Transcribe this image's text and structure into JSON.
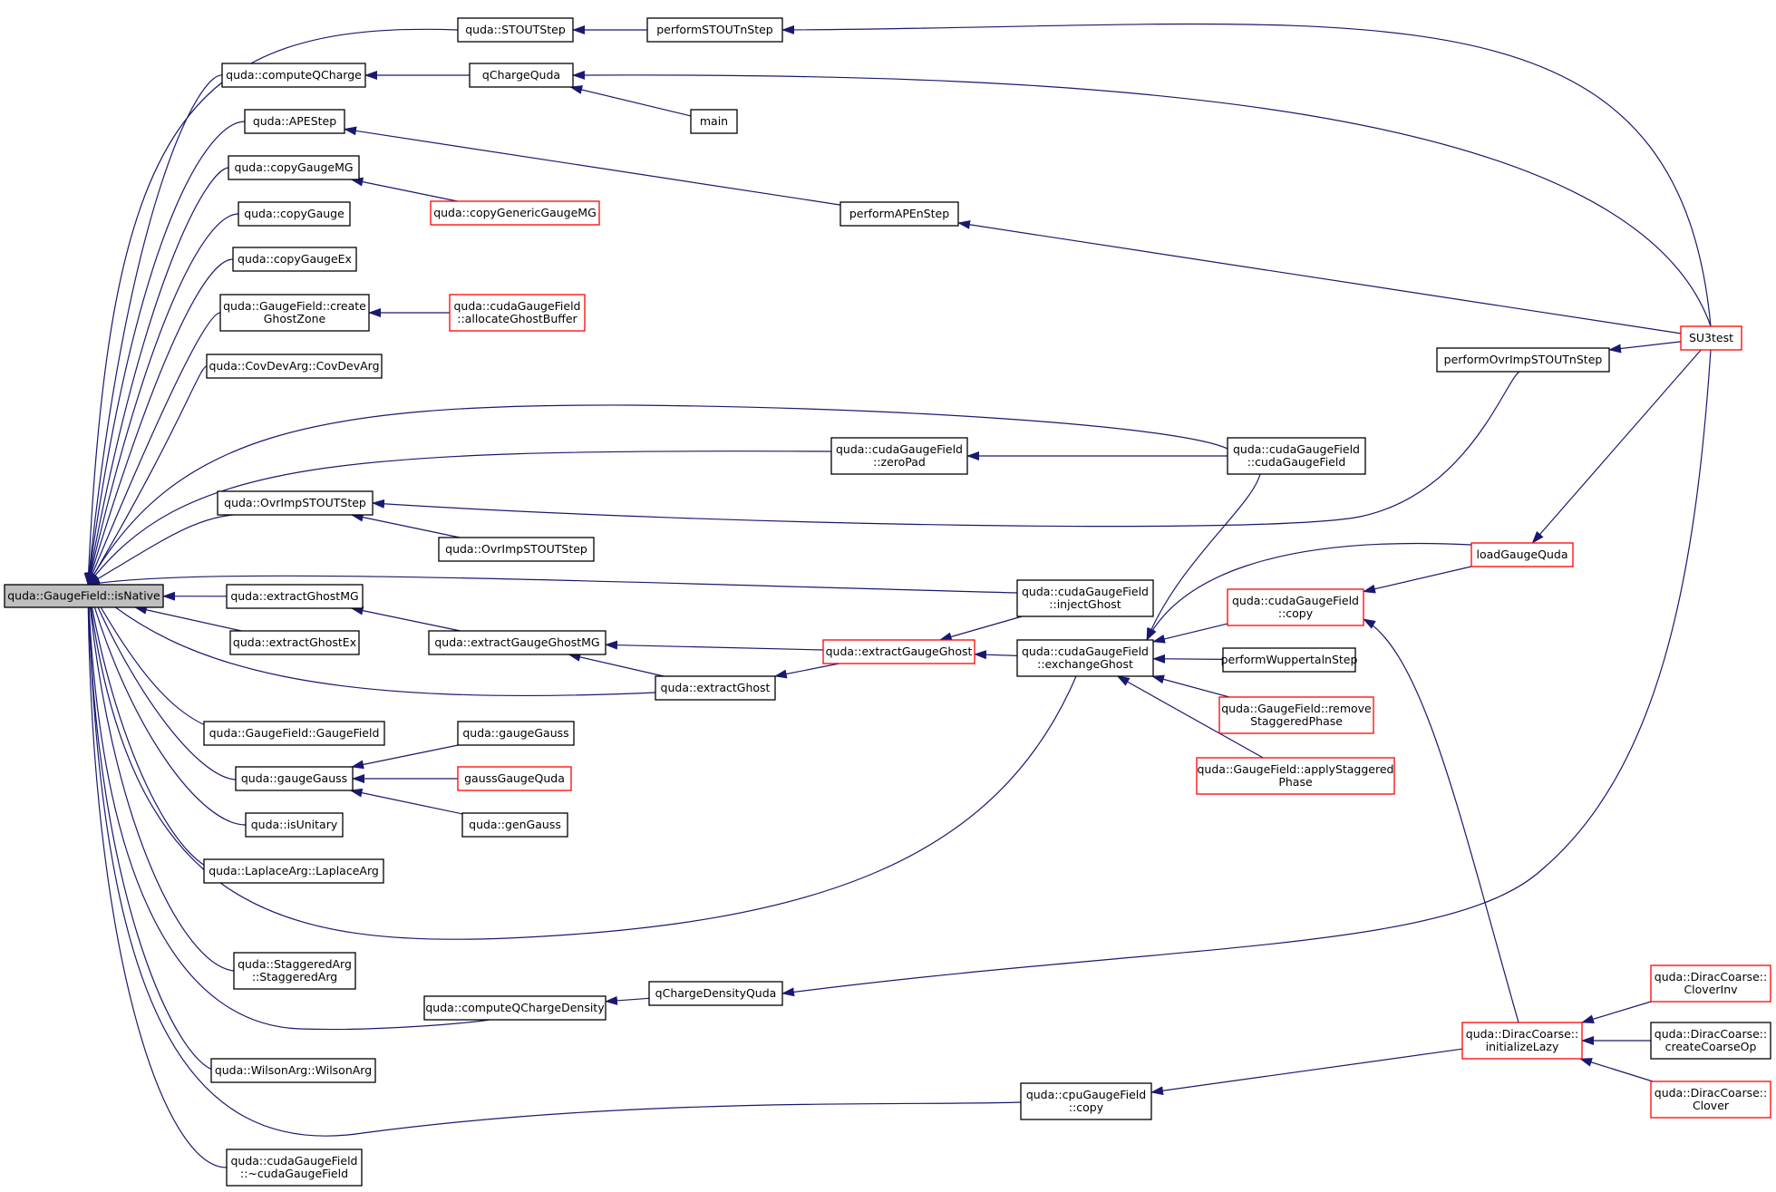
{
  "graph": {
    "title": "",
    "edge_color": "#191970",
    "colors": {
      "normal_border": "#000000",
      "truncated_border": "#ff0000",
      "root_fill": "#bfbfbf",
      "fill": "#ffffff"
    },
    "nodes": [
      {
        "id": "root",
        "lines": [
          "quda::GaugeField::isNative"
        ],
        "style": "root"
      },
      {
        "id": "stoutstep",
        "lines": [
          "quda::STOUTStep"
        ],
        "style": "normal"
      },
      {
        "id": "computeqcharge",
        "lines": [
          "quda::computeQCharge"
        ],
        "style": "normal"
      },
      {
        "id": "apestep",
        "lines": [
          "quda::APEStep"
        ],
        "style": "normal"
      },
      {
        "id": "copygaugemg",
        "lines": [
          "quda::copyGaugeMG"
        ],
        "style": "normal"
      },
      {
        "id": "copygauge",
        "lines": [
          "quda::copyGauge"
        ],
        "style": "normal"
      },
      {
        "id": "copygaugeex",
        "lines": [
          "quda::copyGaugeEx"
        ],
        "style": "normal"
      },
      {
        "id": "createghostzone",
        "lines": [
          "quda::GaugeField::create",
          "GhostZone"
        ],
        "style": "normal"
      },
      {
        "id": "covdevarg",
        "lines": [
          "quda::CovDevArg::CovDevArg"
        ],
        "style": "normal"
      },
      {
        "id": "ovrimpstoutstep",
        "lines": [
          "quda::OvrImpSTOUTStep"
        ],
        "style": "normal"
      },
      {
        "id": "extractghostmg",
        "lines": [
          "quda::extractGhostMG"
        ],
        "style": "normal"
      },
      {
        "id": "extractghostex",
        "lines": [
          "quda::extractGhostEx"
        ],
        "style": "normal"
      },
      {
        "id": "gaugefieldctor",
        "lines": [
          "quda::GaugeField::GaugeField"
        ],
        "style": "normal"
      },
      {
        "id": "gaugegauss1",
        "lines": [
          "quda::gaugeGauss"
        ],
        "style": "normal"
      },
      {
        "id": "isunitary",
        "lines": [
          "quda::isUnitary"
        ],
        "style": "normal"
      },
      {
        "id": "laplacearg",
        "lines": [
          "quda::LaplaceArg::LaplaceArg"
        ],
        "style": "normal"
      },
      {
        "id": "staggeredarg",
        "lines": [
          "quda::StaggeredArg",
          "::StaggeredArg"
        ],
        "style": "normal"
      },
      {
        "id": "computeqchargedensity",
        "lines": [
          "quda::computeQChargeDensity"
        ],
        "style": "normal"
      },
      {
        "id": "wilsonarg",
        "lines": [
          "quda::WilsonArg::WilsonArg"
        ],
        "style": "normal"
      },
      {
        "id": "cudagaugefielddtor",
        "lines": [
          "quda::cudaGaugeField",
          "::~cudaGaugeField"
        ],
        "style": "normal"
      },
      {
        "id": "performstoutnstep",
        "lines": [
          "performSTOUTnStep"
        ],
        "style": "normal"
      },
      {
        "id": "qchargequda",
        "lines": [
          "qChargeQuda"
        ],
        "style": "normal"
      },
      {
        "id": "main",
        "lines": [
          "main"
        ],
        "style": "normal"
      },
      {
        "id": "copygenericgaugemg",
        "lines": [
          "quda::copyGenericGaugeMG"
        ],
        "style": "truncated"
      },
      {
        "id": "performapenstep",
        "lines": [
          "performAPEnStep"
        ],
        "style": "normal"
      },
      {
        "id": "allocateghostbuffer",
        "lines": [
          "quda::cudaGaugeField",
          "::allocateGhostBuffer"
        ],
        "style": "truncated"
      },
      {
        "id": "zeropad",
        "lines": [
          "quda::cudaGaugeField",
          "::zeroPad"
        ],
        "style": "normal"
      },
      {
        "id": "ovrimpstoutstep2",
        "lines": [
          "quda::OvrImpSTOUTStep"
        ],
        "style": "normal"
      },
      {
        "id": "extractgaugeghostmg",
        "lines": [
          "quda::extractGaugeGhostMG"
        ],
        "style": "normal"
      },
      {
        "id": "extractghost",
        "lines": [
          "quda::extractGhost"
        ],
        "style": "normal"
      },
      {
        "id": "gaugegauss2",
        "lines": [
          "quda::gaugeGauss"
        ],
        "style": "normal"
      },
      {
        "id": "gaussgaugequda",
        "lines": [
          "gaussGaugeQuda"
        ],
        "style": "truncated"
      },
      {
        "id": "gengauss",
        "lines": [
          "quda::genGauss"
        ],
        "style": "normal"
      },
      {
        "id": "qchargedensityquda",
        "lines": [
          "qChargeDensityQuda"
        ],
        "style": "normal"
      },
      {
        "id": "cpugaugefieldcopy",
        "lines": [
          "quda::cpuGaugeField",
          "::copy"
        ],
        "style": "normal"
      },
      {
        "id": "extractgaugeghost",
        "lines": [
          "quda::extractGaugeGhost"
        ],
        "style": "truncated"
      },
      {
        "id": "performovrimpstoutnstep",
        "lines": [
          "performOvrImpSTOUTnStep"
        ],
        "style": "normal"
      },
      {
        "id": "cudagaugefieldctor",
        "lines": [
          "quda::cudaGaugeField",
          "::cudaGaugeField"
        ],
        "style": "normal"
      },
      {
        "id": "injectghost",
        "lines": [
          "quda::cudaGaugeField",
          "::injectGhost"
        ],
        "style": "normal"
      },
      {
        "id": "exchangeghost",
        "lines": [
          "quda::cudaGaugeField",
          "::exchangeGhost"
        ],
        "style": "normal"
      },
      {
        "id": "cudagaugefieldcopy",
        "lines": [
          "quda::cudaGaugeField",
          "::copy"
        ],
        "style": "truncated"
      },
      {
        "id": "performwuppertalnstep",
        "lines": [
          "performWuppertalnStep"
        ],
        "style": "normal"
      },
      {
        "id": "removestaggeredphase",
        "lines": [
          "quda::GaugeField::remove",
          "StaggeredPhase"
        ],
        "style": "truncated"
      },
      {
        "id": "applystaggeredphase",
        "lines": [
          "quda::GaugeField::applyStaggered",
          "Phase"
        ],
        "style": "truncated"
      },
      {
        "id": "loadgaugequda",
        "lines": [
          "loadGaugeQuda"
        ],
        "style": "truncated"
      },
      {
        "id": "su3test",
        "lines": [
          "SU3test"
        ],
        "style": "truncated"
      },
      {
        "id": "initializelazy",
        "lines": [
          "quda::DiracCoarse::",
          "initializeLazy"
        ],
        "style": "truncated"
      },
      {
        "id": "cloverinv",
        "lines": [
          "quda::DiracCoarse::",
          "CloverInv"
        ],
        "style": "truncated"
      },
      {
        "id": "createcoarseop",
        "lines": [
          "quda::DiracCoarse::",
          "createCoarseOp"
        ],
        "style": "normal"
      },
      {
        "id": "clover",
        "lines": [
          "quda::DiracCoarse::",
          "Clover"
        ],
        "style": "truncated"
      }
    ],
    "edges": [
      [
        "root",
        "stoutstep"
      ],
      [
        "root",
        "computeqcharge"
      ],
      [
        "root",
        "apestep"
      ],
      [
        "root",
        "copygaugemg"
      ],
      [
        "root",
        "copygauge"
      ],
      [
        "root",
        "copygaugeex"
      ],
      [
        "root",
        "createghostzone"
      ],
      [
        "root",
        "covdevarg"
      ],
      [
        "root",
        "cudagaugefieldctor"
      ],
      [
        "root",
        "zeropad"
      ],
      [
        "root",
        "ovrimpstoutstep"
      ],
      [
        "root",
        "injectghost"
      ],
      [
        "root",
        "extractghostmg"
      ],
      [
        "root",
        "extractghostex"
      ],
      [
        "root",
        "extractghost"
      ],
      [
        "root",
        "gaugefieldctor"
      ],
      [
        "root",
        "gaugegauss1"
      ],
      [
        "root",
        "isunitary"
      ],
      [
        "root",
        "laplacearg"
      ],
      [
        "root",
        "exchangeghost"
      ],
      [
        "root",
        "staggeredarg"
      ],
      [
        "root",
        "computeqchargedensity"
      ],
      [
        "root",
        "wilsonarg"
      ],
      [
        "root",
        "cpugaugefieldcopy"
      ],
      [
        "root",
        "cudagaugefielddtor"
      ],
      [
        "stoutstep",
        "performstoutnstep"
      ],
      [
        "performstoutnstep",
        "su3test"
      ],
      [
        "computeqcharge",
        "qchargequda"
      ],
      [
        "qchargequda",
        "main"
      ],
      [
        "qchargequda",
        "su3test"
      ],
      [
        "apestep",
        "performapenstep"
      ],
      [
        "performapenstep",
        "su3test"
      ],
      [
        "copygaugemg",
        "copygenericgaugemg"
      ],
      [
        "createghostzone",
        "allocateghostbuffer"
      ],
      [
        "zeropad",
        "cudagaugefieldctor"
      ],
      [
        "ovrimpstoutstep",
        "ovrimpstoutstep2"
      ],
      [
        "ovrimpstoutstep",
        "performovrimpstoutnstep"
      ],
      [
        "performovrimpstoutnstep",
        "su3test"
      ],
      [
        "extractghostmg",
        "extractgaugeghostmg"
      ],
      [
        "extractgaugeghostmg",
        "extractgaugeghost"
      ],
      [
        "extractgaugeghostmg",
        "extractghost"
      ],
      [
        "extractghost",
        "extractgaugeghost"
      ],
      [
        "extractgaugeghost",
        "injectghost"
      ],
      [
        "extractgaugeghost",
        "exchangeghost"
      ],
      [
        "exchangeghost",
        "cudagaugefieldctor"
      ],
      [
        "exchangeghost",
        "loadgaugequda"
      ],
      [
        "exchangeghost",
        "cudagaugefieldcopy"
      ],
      [
        "exchangeghost",
        "performwuppertalnstep"
      ],
      [
        "exchangeghost",
        "removestaggeredphase"
      ],
      [
        "exchangeghost",
        "applystaggeredphase"
      ],
      [
        "cudagaugefieldcopy",
        "loadgaugequda"
      ],
      [
        "cudagaugefieldcopy",
        "initializelazy"
      ],
      [
        "loadgaugequda",
        "su3test"
      ],
      [
        "gaugegauss1",
        "gaugegauss2"
      ],
      [
        "gaugegauss1",
        "gaussgaugequda"
      ],
      [
        "gaugegauss1",
        "gengauss"
      ],
      [
        "computeqchargedensity",
        "qchargedensityquda"
      ],
      [
        "qchargedensityquda",
        "su3test"
      ],
      [
        "cpugaugefieldcopy",
        "initializelazy"
      ],
      [
        "initializelazy",
        "cloverinv"
      ],
      [
        "initializelazy",
        "createcoarseop"
      ],
      [
        "initializelazy",
        "clover"
      ]
    ]
  }
}
